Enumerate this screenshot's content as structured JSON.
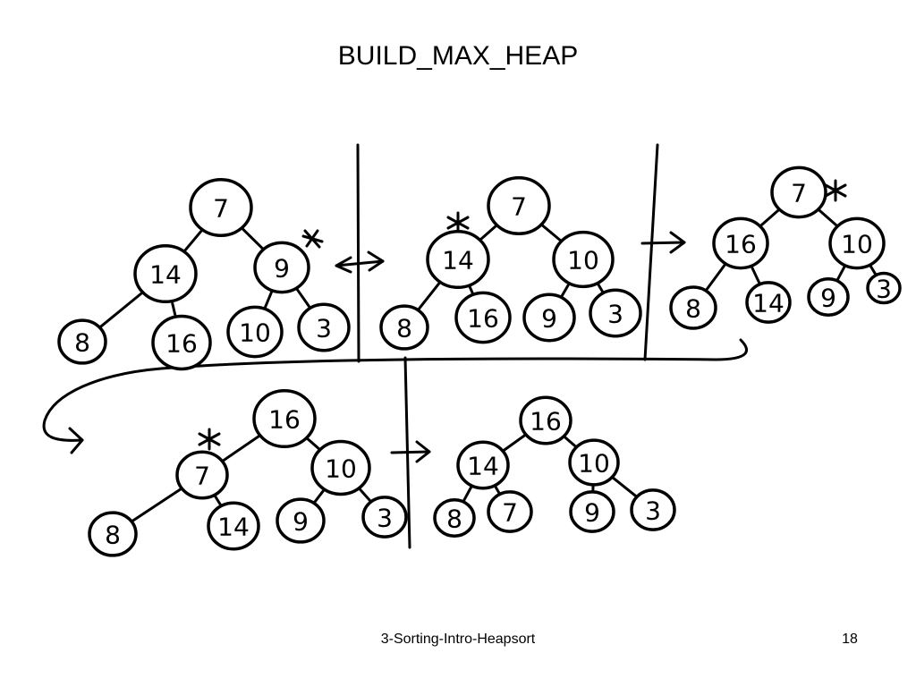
{
  "slide": {
    "title": "BUILD_MAX_HEAP",
    "footer": "3-Sorting-Intro-Heapsort",
    "page_number": "18"
  },
  "colors": {
    "ink": "#000000",
    "background": "#ffffff"
  },
  "heaps": [
    {
      "id": "step-1",
      "values": [
        7,
        14,
        9,
        8,
        16,
        10,
        3
      ],
      "marked_index": 2
    },
    {
      "id": "step-2",
      "values": [
        7,
        14,
        10,
        8,
        16,
        9,
        3
      ],
      "marked_index": 1
    },
    {
      "id": "step-3",
      "values": [
        7,
        16,
        10,
        8,
        14,
        9,
        3
      ],
      "marked_index": 0
    },
    {
      "id": "step-4",
      "values": [
        16,
        7,
        10,
        8,
        14,
        9,
        3
      ],
      "marked_index": 1
    },
    {
      "id": "step-5",
      "values": [
        16,
        14,
        10,
        8,
        7,
        9,
        3
      ],
      "marked_index": null
    }
  ]
}
